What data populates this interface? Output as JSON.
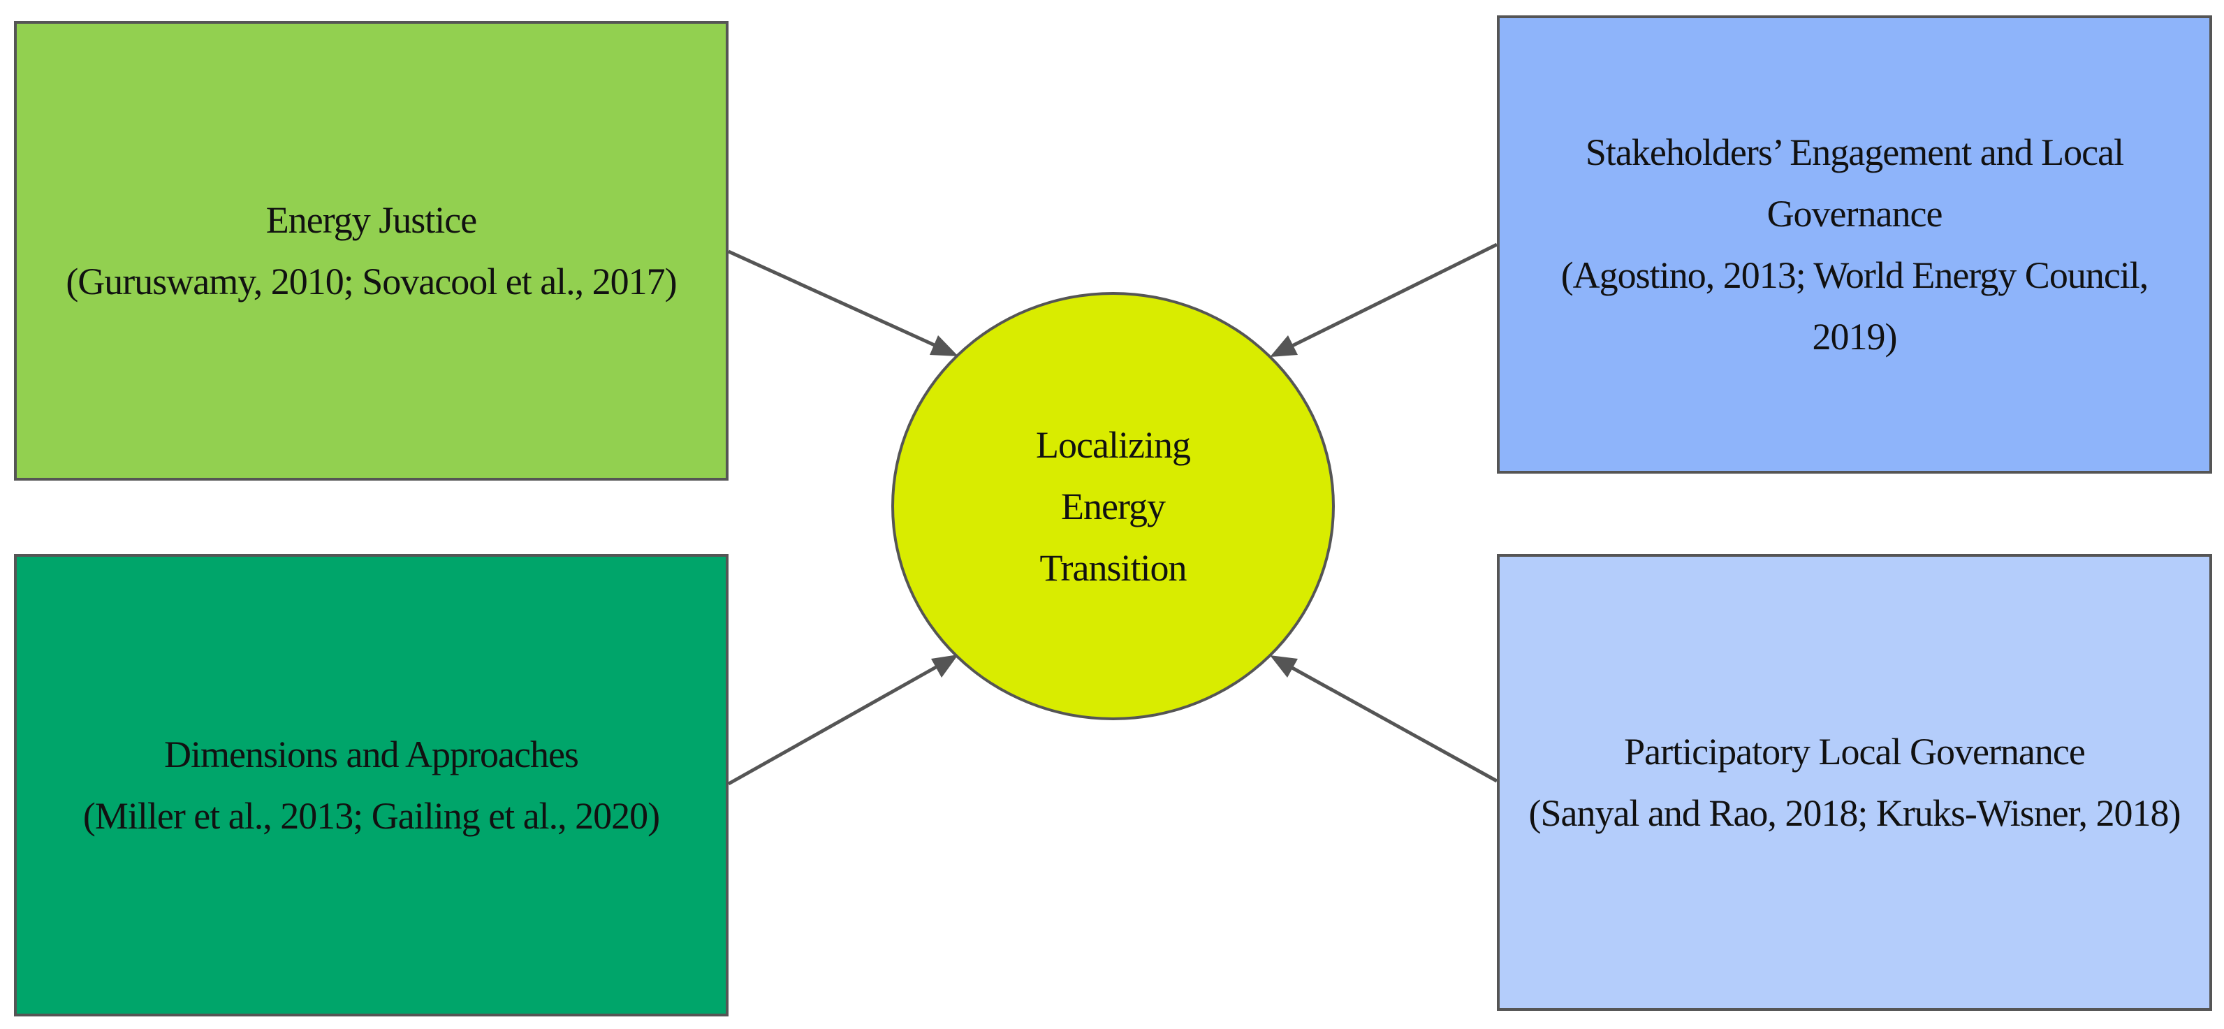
{
  "center": {
    "lines": [
      "Localizing",
      "Energy",
      "Transition"
    ],
    "fill": "#d9ec00"
  },
  "boxes": {
    "energy_justice": {
      "title": "Energy Justice",
      "citation": "(Guruswamy, 2010; Sovacool et al., 2017)",
      "fill": "#92d050"
    },
    "stakeholders": {
      "title_line1": "Stakeholders’ Engagement and Local",
      "title_line2": "Governance",
      "citation_line1": "(Agostino, 2013; World Energy Council,",
      "citation_line2": "2019)",
      "fill": "#8eb4fa"
    },
    "dimensions": {
      "title": "Dimensions and Approaches",
      "citation": "(Miller et al., 2013; Gailing et al., 2020)",
      "fill": "#00a56a"
    },
    "participatory": {
      "title": "Participatory Local Governance",
      "citation": "(Sanyal and Rao, 2018; Kruks-Wisner, 2018)",
      "fill": "#b4cdfb"
    }
  },
  "colors": {
    "border": "#555555",
    "arrow": "#555555",
    "text": "#111111"
  }
}
